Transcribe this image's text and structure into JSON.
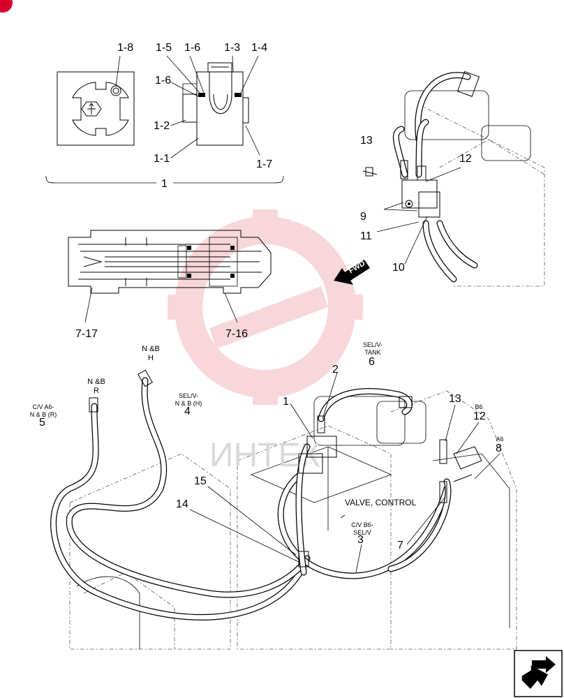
{
  "labels": {
    "top_detail": [
      "1-8",
      "1-5",
      "1-6",
      "1-3",
      "1-4",
      "1-6",
      "1-2",
      "1-1",
      "1-7",
      "1"
    ],
    "coupling": [
      "7-17",
      "7-16"
    ],
    "assembly_small": [
      "13",
      "12",
      "9",
      "11",
      "10"
    ],
    "main": [
      "1",
      "2",
      "14",
      "15",
      "7"
    ],
    "fwd": "FWD",
    "valve_control": "VALVE, CONTROL"
  },
  "hoses": {
    "h5": {
      "caption": "C/V A6-\nN & B (R)",
      "number": "5"
    },
    "h4": {
      "caption": "SEL/V-\nN & B (H)",
      "number": "4"
    },
    "h6": {
      "caption": "SEL/V-\nTANK",
      "number": "6"
    },
    "h3": {
      "caption": "C/V B6-\nSEL/V",
      "number": "3"
    },
    "h12": {
      "caption": "B6",
      "number": "12"
    },
    "h8": {
      "caption": "A6",
      "number": "8"
    },
    "h13": {
      "caption": "",
      "number": "13"
    },
    "nb_r": "N &B\nR",
    "nb_h": "N &B\nH"
  },
  "watermark": "ИНТЕК",
  "colors": {
    "corner_badge": "#d6002a",
    "logo": "#f4b7bf"
  },
  "icons": {
    "corner": "red-circle-badge",
    "nav": "next-page-arrow-icon",
    "logo": "gear-watermark-icon"
  }
}
